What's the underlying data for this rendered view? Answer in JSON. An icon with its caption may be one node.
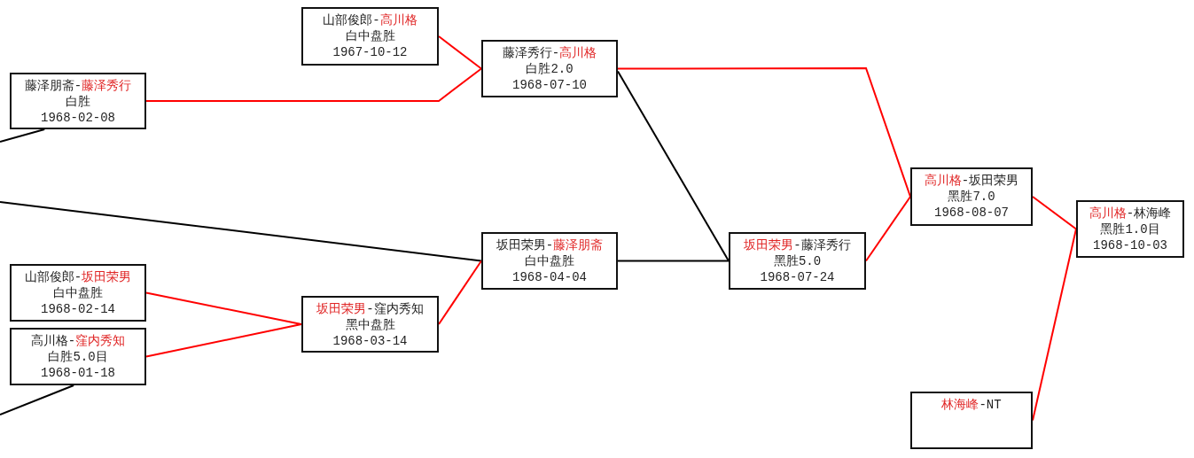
{
  "diagram": {
    "nodes": [
      {
        "text": [
          "山部俊郎-**高川格**",
          "白中盘胜",
          "1967-10-12"
        ]
      },
      {
        "text": [
          "藤泽秀行-**高川格**",
          "白胜2.0",
          "1968-07-10"
        ]
      },
      {
        "text": [
          "藤泽朋斋-**藤泽秀行**",
          "白胜",
          "1968-02-08"
        ]
      },
      {
        "text": [
          "**高川格**-坂田荣男",
          "黑胜7.0",
          "1968-08-07"
        ]
      },
      {
        "text": [
          "**高川格**-林海峰",
          "黑胜1.0目",
          "1968-10-03"
        ]
      },
      {
        "text": [
          "坂田荣男-**藤泽朋斋**",
          "白中盘胜",
          "1968-04-04"
        ]
      },
      {
        "text": [
          "**坂田荣男**-藤泽秀行",
          "黑胜5.0",
          "1968-07-24"
        ]
      },
      {
        "text": [
          "山部俊郎-**坂田荣男**",
          "白中盘胜",
          "1968-02-14"
        ]
      },
      {
        "text": [
          "**坂田荣男**-窪内秀知",
          "黑中盘胜",
          "1968-03-14"
        ]
      },
      {
        "text": [
          "高川格-**窪内秀知**",
          "白胜5.0目",
          "1968-01-18"
        ]
      },
      {
        "text": [
          "**林海峰**-NT"
        ]
      }
    ],
    "edges": [
      {
        "from": 0,
        "to": 1,
        "arrow": "none"
      },
      {
        "from": 2,
        "to": 1,
        "arrow": "none"
      },
      {
        "from": null,
        "to": 2,
        "arrow": "none",
        "color": "#000000"
      },
      {
        "from": 1,
        "to": 3,
        "arrow": "none"
      },
      {
        "from": 1,
        "to": 6,
        "arrow": "none",
        "color": "#000000"
      },
      {
        "from": 3,
        "to": 4,
        "arrow": "none"
      },
      {
        "from": null,
        "to": 5,
        "arrow": "none",
        "color": "#000000"
      },
      {
        "from": 5,
        "to": 6,
        "arrow": "none",
        "color": "#000000"
      },
      {
        "from": 6,
        "to": 3,
        "arrow": "none"
      },
      {
        "from": 7,
        "to": 8,
        "arrow": "none"
      },
      {
        "from": 8,
        "to": 5,
        "arrow": "none"
      },
      {
        "from": null,
        "to": 9,
        "arrow": "none",
        "color": "#000000"
      },
      {
        "from": 9,
        "to": 8,
        "arrow": "none"
      },
      {
        "from": 10,
        "to": 4,
        "arrow": "none"
      }
    ]
  }
}
